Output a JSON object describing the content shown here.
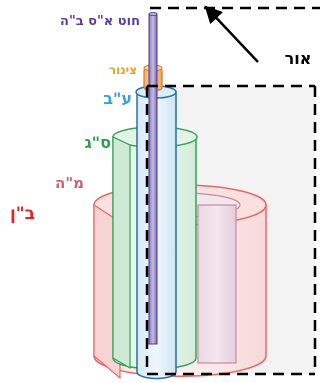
{
  "labels": {
    "thread": "חוט א\"ס ב\"ה",
    "tube": "צינור",
    "layer_av": "ע\"ב",
    "layer_sag": "ס\"ג",
    "layer_mah": "מ\"ה",
    "layer_ban": "ב\"ן",
    "light": "אור"
  },
  "colors": {
    "thread": "#5a3e9a",
    "tube": "#e5a326",
    "layer_av": "#3aa0d8",
    "layer_sag": "#2e9e48",
    "layer_mah": "#c86464",
    "layer_ban": "#d9262c",
    "light": "#000000"
  }
}
